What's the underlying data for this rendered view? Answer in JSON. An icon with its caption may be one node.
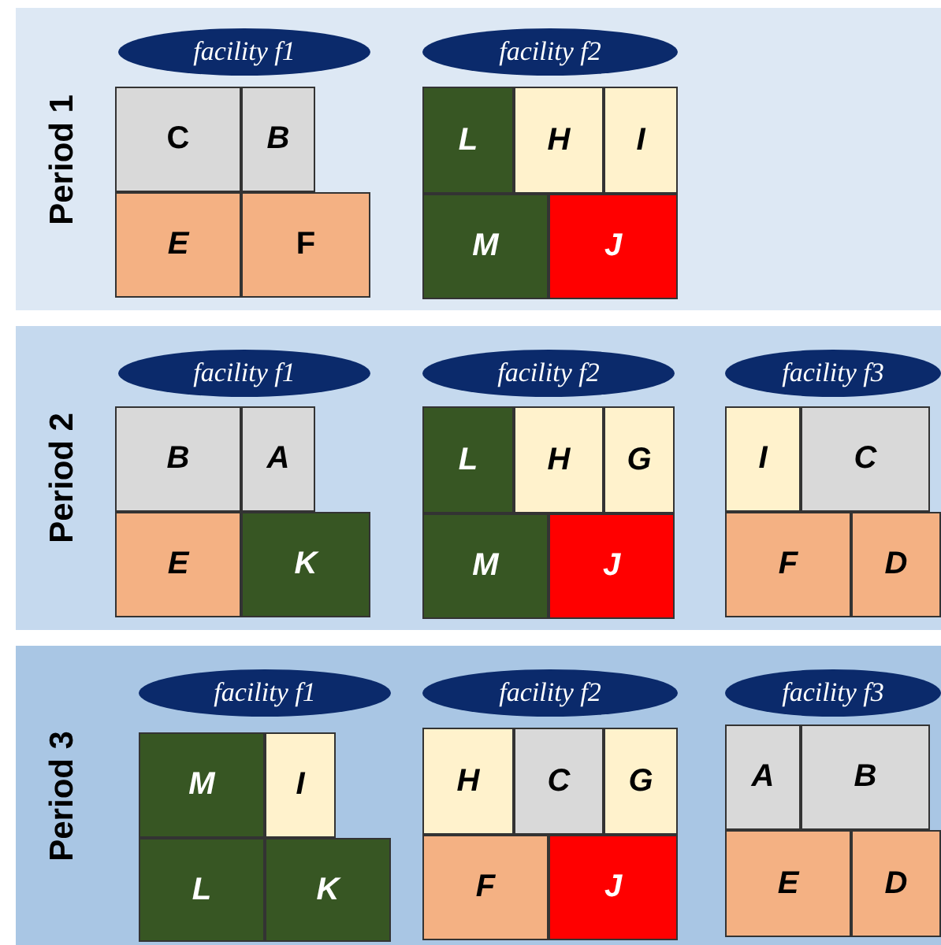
{
  "diagram": {
    "nodes": [
      {
        "text": [
          "Period 1"
        ]
      },
      {
        "text": [
          "facility f1"
        ],
        "in": 0
      },
      {
        "text": [
          "C"
        ],
        "in": 0
      },
      {
        "text": [
          "B"
        ],
        "in": 0
      },
      {
        "text": [
          "E"
        ],
        "in": 0
      },
      {
        "text": [
          "F"
        ],
        "in": 0
      },
      {
        "text": [
          "facility f2"
        ],
        "in": 0
      },
      {
        "text": [
          "L"
        ],
        "in": 0
      },
      {
        "text": [
          "H"
        ],
        "in": 0
      },
      {
        "text": [
          "I"
        ],
        "in": 0
      },
      {
        "text": [
          "M"
        ],
        "in": 0
      },
      {
        "text": [
          "J"
        ],
        "in": 0
      },
      {
        "text": [
          "Period 2"
        ]
      },
      {
        "text": [
          "facility f1"
        ],
        "in": 12
      },
      {
        "text": [
          "B"
        ],
        "in": 12
      },
      {
        "text": [
          "A"
        ],
        "in": 12
      },
      {
        "text": [
          "E"
        ],
        "in": 12
      },
      {
        "text": [
          "K"
        ],
        "in": 12
      },
      {
        "text": [
          "facility f2"
        ],
        "in": 12
      },
      {
        "text": [
          "L"
        ],
        "in": 12
      },
      {
        "text": [
          "H"
        ],
        "in": 12
      },
      {
        "text": [
          "G"
        ],
        "in": 12
      },
      {
        "text": [
          "M"
        ],
        "in": 12
      },
      {
        "text": [
          "J"
        ],
        "in": 12
      },
      {
        "text": [
          "facility f3"
        ],
        "in": 12
      },
      {
        "text": [
          "I"
        ],
        "in": 12
      },
      {
        "text": [
          "C"
        ],
        "in": 12
      },
      {
        "text": [
          "F"
        ],
        "in": 12
      },
      {
        "text": [
          "D"
        ],
        "in": 12
      },
      {
        "text": [
          "Period 3"
        ]
      },
      {
        "text": [
          "facility f1"
        ],
        "in": 29
      },
      {
        "text": [
          "M"
        ],
        "in": 29
      },
      {
        "text": [
          "I"
        ],
        "in": 29
      },
      {
        "text": [
          "L"
        ],
        "in": 29
      },
      {
        "text": [
          "K"
        ],
        "in": 29
      },
      {
        "text": [
          "facility f2"
        ],
        "in": 29
      },
      {
        "text": [
          "H"
        ],
        "in": 29
      },
      {
        "text": [
          "C"
        ],
        "in": 29
      },
      {
        "text": [
          "G"
        ],
        "in": 29
      },
      {
        "text": [
          "F"
        ],
        "in": 29
      },
      {
        "text": [
          "J"
        ],
        "in": 29
      },
      {
        "text": [
          "facility f3"
        ],
        "in": 29
      },
      {
        "text": [
          "A"
        ],
        "in": 29
      },
      {
        "text": [
          "B"
        ],
        "in": 29
      },
      {
        "text": [
          "E"
        ],
        "in": 29
      },
      {
        "text": [
          "D"
        ],
        "in": 29
      }
    ]
  }
}
